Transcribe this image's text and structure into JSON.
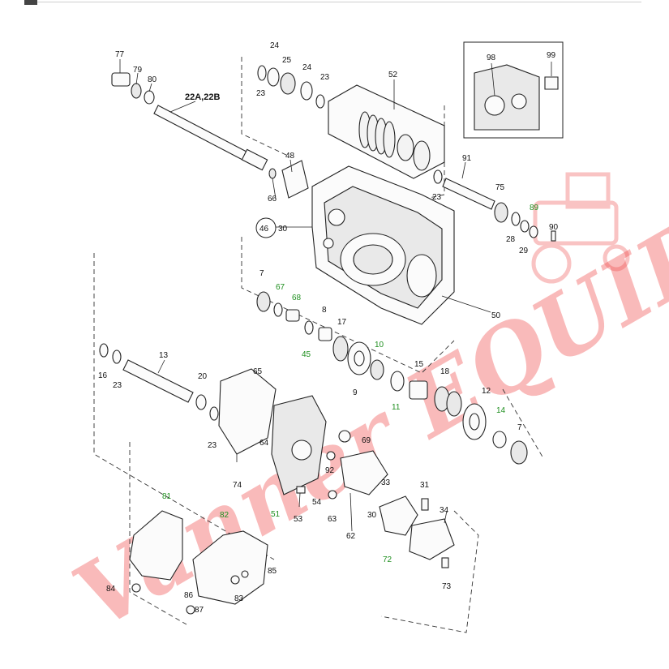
{
  "diagram": {
    "labels": {
      "l77": "77",
      "l79": "79",
      "l80": "80",
      "l22": "22A,22B",
      "l24a": "24",
      "l25": "25",
      "l24b": "24",
      "l23a": "23",
      "l23b": "23",
      "l52": "52",
      "l98": "98",
      "l99": "99",
      "l48": "48",
      "l66": "66",
      "l46": "46",
      "l30a": "30",
      "l91": "91",
      "l23c": "23",
      "l75": "75",
      "l89": "89",
      "l90": "90",
      "l28": "28",
      "l29": "29",
      "l7a": "7",
      "l67": "67",
      "l68": "68",
      "l8": "8",
      "l17": "17",
      "l45": "45",
      "l10": "10",
      "l50": "50",
      "l13": "13",
      "l16": "16",
      "l23d": "23",
      "l20": "20",
      "l65": "65",
      "l9": "9",
      "l15": "15",
      "l18": "18",
      "l11": "11",
      "l12": "12",
      "l14": "14",
      "l7b": "7",
      "l64": "64",
      "l23e": "23",
      "l74": "74",
      "l69": "69",
      "l92": "92",
      "l33": "33",
      "l31": "31",
      "l34": "34",
      "l54": "54",
      "l51": "51",
      "l53": "53",
      "l63": "63",
      "l30b": "30",
      "l62": "62",
      "l72": "72",
      "l73": "73",
      "l81": "81",
      "l82": "82",
      "l84": "84",
      "l85": "85",
      "l86": "86",
      "l83": "83",
      "l87": "87"
    },
    "highlight_color": "#1f8f1f",
    "watermark": {
      "text": "Vanner EQUIPMENT",
      "icon": "tractor-icon",
      "color": "#ee3b3b"
    }
  }
}
